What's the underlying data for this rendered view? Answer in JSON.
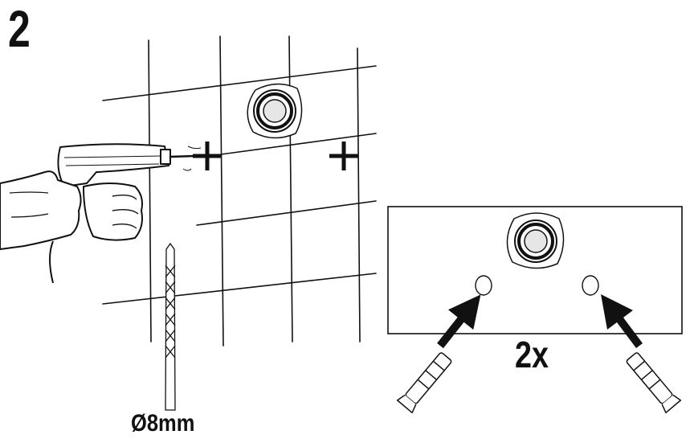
{
  "step": {
    "number": "2"
  },
  "drill_bit": {
    "diameter_label": "Ø8mm"
  },
  "anchors": {
    "quantity_label": "2x"
  },
  "colors": {
    "ink": "#111111",
    "paper": "#ffffff",
    "fixture_fill": "#e6e6e6"
  },
  "icons": [
    "drill-icon",
    "hand-icon",
    "drill-bit-icon",
    "wall-anchor-icon",
    "arrow-icon",
    "crosshair-icon",
    "fixture-icon"
  ]
}
